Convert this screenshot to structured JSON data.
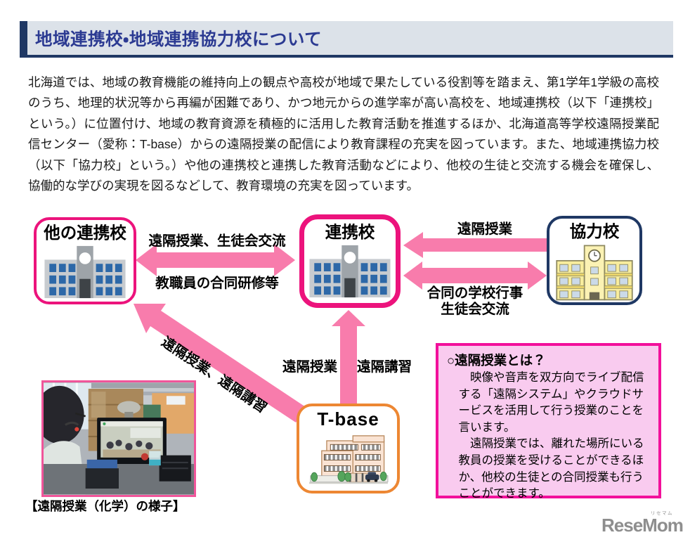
{
  "page": {
    "title": "地域連携校・地域連携協力校について"
  },
  "intro": "北海道では、地域の教育機能の維持向上の観点や高校が地域で果たしている役割等を踏まえ、第1学年1学級の高校のうち、地理的状況等から再編が困難であり、かつ地元からの進学率が高い高校を、地域連携校（以下「連携校」という。）に位置付け、地域の教育資源を積極的に活用した教育活動を推進するほか、北海道高等学校遠隔授業配信センター（愛称：T-base）からの遠隔授業の配信により教育課程の充実を図っています。また、地域連携協力校（以下「協力校」という。）や他の連携校と連携した教育活動などにより、他校の生徒と交流する機会を確保し、協働的な学びの実現を図るなどして、教育環境の充実を図っています。",
  "diagram": {
    "boxes": {
      "other_school": "他の連携校",
      "renkei_school": "連携校",
      "kyoryoku_school": "協力校",
      "tbase": "T-base"
    },
    "arrows": {
      "left_top": "遠隔授業、生徒会交流",
      "left_bottom": "教職員の合同研修等",
      "right_top": "遠隔授業",
      "right_bottom_line1": "合同の学校行事",
      "right_bottom_line2": "生徒会交流",
      "vertical_left": "遠隔授業",
      "vertical_right": "遠隔講習",
      "diagonal": "遠隔授業、遠隔講習"
    }
  },
  "info_box": {
    "title": "○遠隔授業とは？",
    "para1": "映像や音声を双方向でライブ配信する「遠隔システム」やクラウドサービスを活用して行う授業のことを言います。",
    "para2": "遠隔授業では、離れた場所にいる教員の授業を受けることができるほか、他校の生徒との合同授業も行うことができます。"
  },
  "photo": {
    "caption": "【遠隔授業（化学）の様子】"
  },
  "logo": {
    "text": "ReseMom.",
    "ruby": "リセマム"
  },
  "colors": {
    "navy": "#1F3864",
    "title_text": "#2B3A92",
    "title_bg": "#DCE2E9",
    "arrow_pink": "#F87CAC",
    "magenta_border": "#EC137C",
    "info_border": "#F2109B",
    "info_bg": "#F9CBEF",
    "tbase_orange": "#ED8733",
    "photo_border": "#F0559A",
    "window_blue": "#2D68A8",
    "logo_gray": "#8E8E8E"
  }
}
